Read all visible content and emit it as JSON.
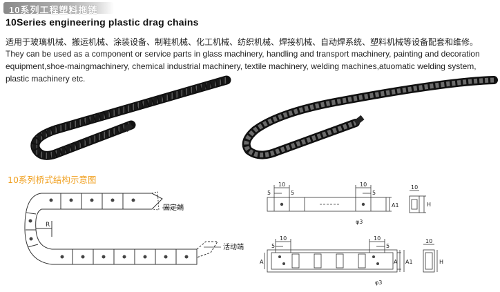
{
  "header": {
    "badge": "10系列工程塑料拖链",
    "title": "10Series engineering plastic drag chains"
  },
  "description": {
    "zh": "适用于玻璃机械、搬运机械、涂装设备、制鞋机械、化工机械、纺织机械、焊接机械、自动焊系统、塑料机械等设备配套和维修。",
    "en": "They can be used as a component or service parts in glass machinery, handling and transport machinery, painting and decoration equipment,shoe-maingmachinery, chemical industrial machinery, textile machinery, welding machines,atuomatic welding system, plastic machinery etc."
  },
  "diagram_section": {
    "title": "10系列桥式结构示意图",
    "fixed_end_label": "固定端",
    "moving_end_label": "活动端",
    "radius_label": "R"
  },
  "dimensions_top": {
    "d10_left": "10",
    "d5_left": "5",
    "d5_inner": "5",
    "d10_right": "10",
    "d5_right": "5",
    "a1": "A1",
    "hole": "φ3",
    "side_width": "10",
    "h": "H"
  },
  "dimensions_bottom": {
    "d10_left": "10",
    "d5_left": "5",
    "a_left": "A",
    "d10_right": "10",
    "d5_right": "5",
    "a_right": "A",
    "a1": "A1",
    "hole": "φ3",
    "side_width": "10",
    "h": "H"
  }
}
